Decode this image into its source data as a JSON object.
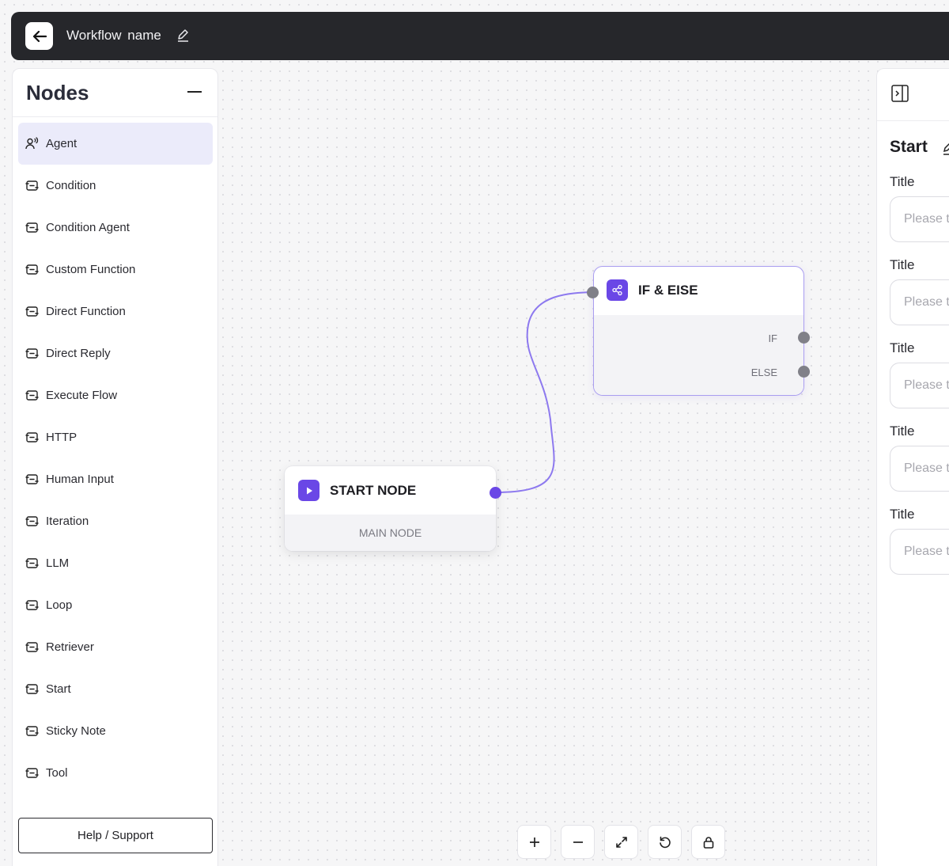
{
  "header": {
    "workflow_name": "Workflow name",
    "back_icon": "arrow-left-icon",
    "edit_icon": "pencil-icon"
  },
  "sidebar": {
    "title": "Nodes",
    "collapse_icon": "minus-icon",
    "items": [
      {
        "label": "Agent",
        "icon": "agent-icon",
        "active": true
      },
      {
        "label": "Condition",
        "icon": "node-icon"
      },
      {
        "label": "Condition Agent",
        "icon": "node-icon"
      },
      {
        "label": "Custom Function",
        "icon": "node-icon"
      },
      {
        "label": "Direct Function",
        "icon": "node-icon"
      },
      {
        "label": "Direct Reply",
        "icon": "node-icon"
      },
      {
        "label": "Execute Flow",
        "icon": "node-icon"
      },
      {
        "label": "HTTP",
        "icon": "node-icon"
      },
      {
        "label": "Human Input",
        "icon": "node-icon"
      },
      {
        "label": "Iteration",
        "icon": "node-icon"
      },
      {
        "label": "LLM",
        "icon": "node-icon"
      },
      {
        "label": "Loop",
        "icon": "node-icon"
      },
      {
        "label": "Retriever",
        "icon": "node-icon"
      },
      {
        "label": "Start",
        "icon": "node-icon"
      },
      {
        "label": "Sticky Note",
        "icon": "node-icon"
      },
      {
        "label": "Tool",
        "icon": "node-icon"
      }
    ],
    "help_label": "Help / Support"
  },
  "canvas": {
    "start_node": {
      "title": "START NODE",
      "subtitle": "MAIN NODE",
      "icon": "play-icon"
    },
    "if_node": {
      "title": "IF & EISE",
      "icon": "share-icon",
      "branches": [
        "IF",
        "ELSE"
      ]
    }
  },
  "right_panel": {
    "toggle_icon": "panel-toggle-icon",
    "title": "Start",
    "fields": [
      {
        "label": "Title",
        "placeholder": "Please type"
      },
      {
        "label": "Title",
        "placeholder": "Please type"
      },
      {
        "label": "Title",
        "placeholder": "Please type"
      },
      {
        "label": "Title",
        "placeholder": "Please type"
      },
      {
        "label": "Title",
        "placeholder": "Please type"
      }
    ]
  },
  "zoom_controls": [
    "zoom-in-icon",
    "zoom-out-icon",
    "fit-view-icon",
    "reset-icon",
    "lock-icon"
  ],
  "colors": {
    "accent": "#6a47e6",
    "topbar": "#26272b",
    "active_item": "#ebebfa"
  }
}
